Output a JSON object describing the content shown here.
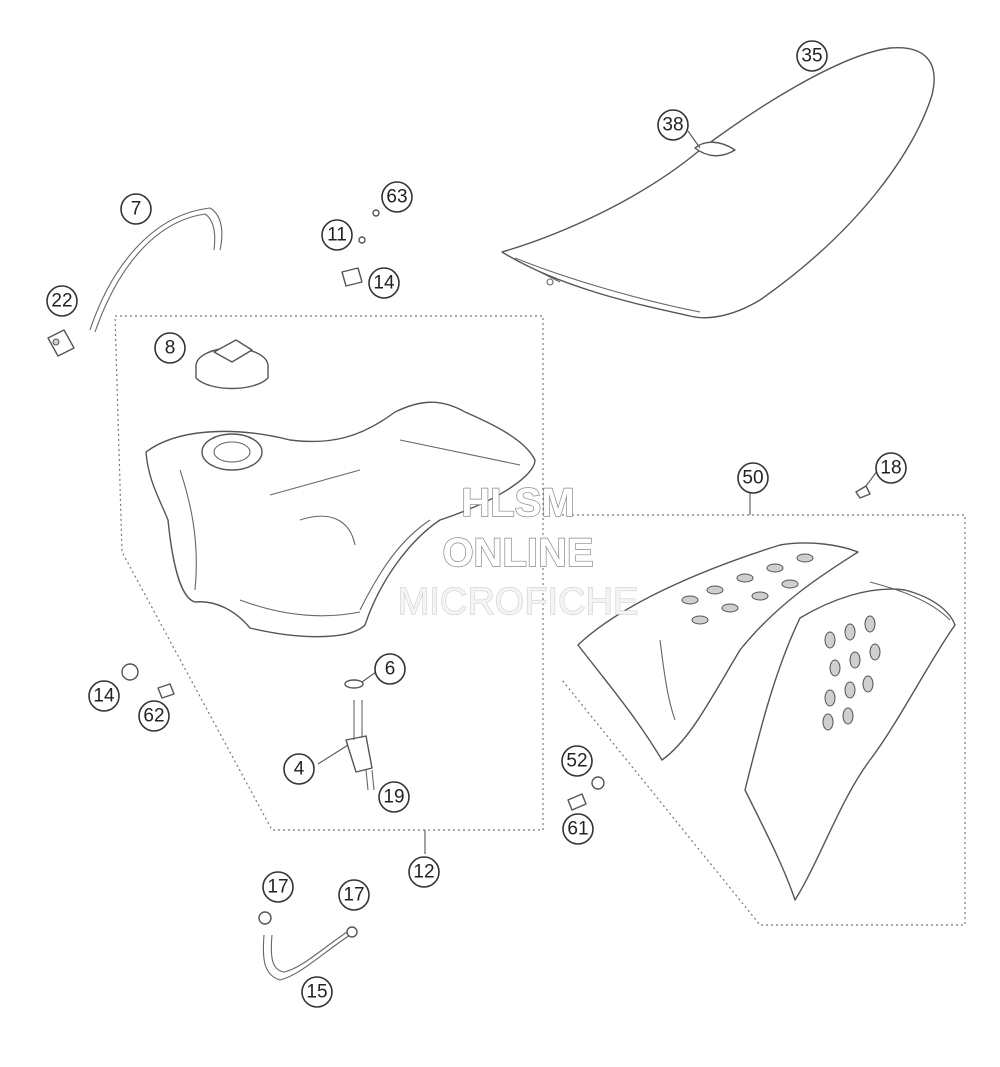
{
  "watermark": {
    "line1": "HLSM",
    "line2": "ONLINE",
    "line3": "MICROFICHE"
  },
  "callouts": {
    "p35": "35",
    "p38": "38",
    "p7": "7",
    "p63": "63",
    "p11": "11",
    "p14a": "14",
    "p22": "22",
    "p8": "8",
    "p50": "50",
    "p18": "18",
    "p6": "6",
    "p14b": "14",
    "p62": "62",
    "p4": "4",
    "p19": "19",
    "p52": "52",
    "p61": "61",
    "p12": "12",
    "p17a": "17",
    "p17b": "17",
    "p15": "15"
  }
}
